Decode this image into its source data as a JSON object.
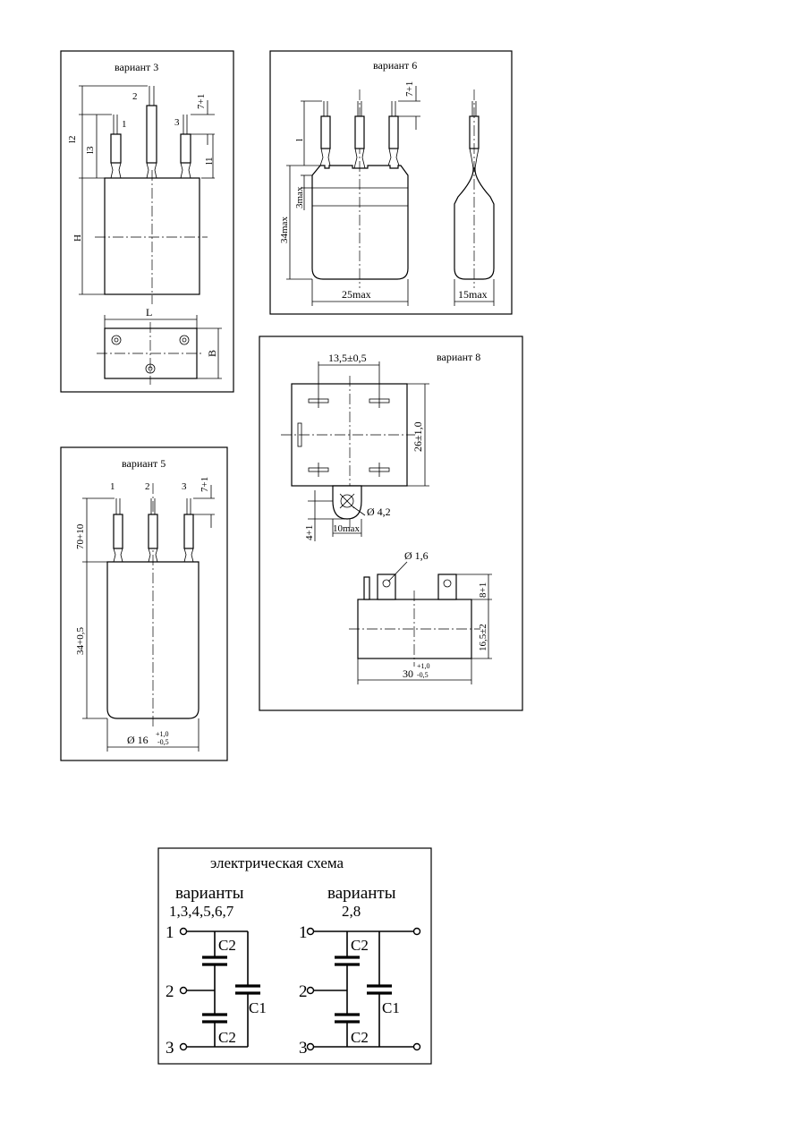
{
  "variant3": {
    "title": "вариант 3",
    "pins": [
      "1",
      "2",
      "3"
    ],
    "dims": {
      "l2": "l2",
      "l3": "l3",
      "l1": "l1",
      "tol": "7+1",
      "H": "H",
      "L": "L",
      "B": "B"
    }
  },
  "variant6": {
    "title": "вариант 6",
    "dims": {
      "tol": "7+1",
      "l": "l",
      "height": "34max",
      "shoulder": "3max",
      "width": "25max",
      "depth": "15max"
    }
  },
  "variant5": {
    "title": "вариант 5",
    "pins": [
      "1",
      "2",
      "3"
    ],
    "dims": {
      "tol": "7+1",
      "lead": "70+10",
      "height": "34+0,5",
      "diameter": "Ø 16",
      "tol_upper": "+1,0",
      "tol_lower": "-0,5"
    }
  },
  "variant8": {
    "title": "вариант 8",
    "dims": {
      "pitch": "13,5±0,5",
      "height": "26±1,0",
      "hole": "Ø 4,2",
      "tab": "4+1",
      "tab_width": "10max",
      "pin_dia": "Ø 1,6",
      "pin_height": "8+1",
      "body_height": "16,5±2",
      "length": "30",
      "length_upper": "+1,0",
      "length_lower": "-0,5"
    }
  },
  "schematic": {
    "title": "электрическая схема",
    "left": {
      "heading": "варианты",
      "subheading": "1,3,4,5,6,7"
    },
    "right": {
      "heading": "варианты",
      "subheading": "2,8"
    },
    "terminals": [
      "1",
      "2",
      "3"
    ],
    "capacitors": {
      "c1": "C1",
      "c2": "C2"
    }
  }
}
